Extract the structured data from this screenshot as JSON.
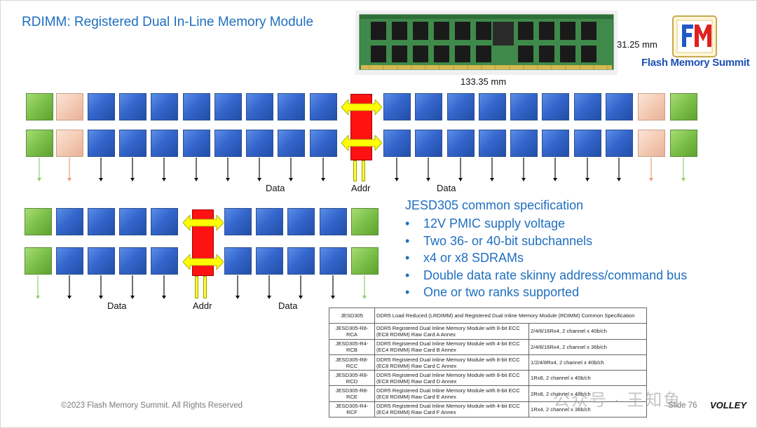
{
  "slide": {
    "title": "RDIMM: Registered Dual In-Line Memory Module",
    "dimm_height": "31.25 mm",
    "dimm_width": "133.35 mm",
    "logo_text": "Flash Memory Summit"
  },
  "diagram_top": {
    "left_data_label": "Data",
    "addr_label": "Addr",
    "right_data_label": "Data"
  },
  "diagram_bottom": {
    "left_data_label": "Data",
    "addr_label": "Addr",
    "right_data_label": "Data"
  },
  "spec": {
    "heading": "JESD305 common specification",
    "bullets": [
      "12V PMIC supply voltage",
      "Two 36- or 40-bit subchannels",
      "x4 or x8 SDRAMs",
      "Double data rate skinny address/command bus",
      "One or two ranks supported"
    ]
  },
  "table": {
    "rows": [
      {
        "id": "JESD305",
        "desc": "DDR5 Load Reduced (LRDIMM) and Registered Dual Inline Memory Module (RDIMM) Common Specification",
        "config": ""
      },
      {
        "id": "JESD305-R8-RCA",
        "desc": "DDR5 Registered Dual Inline Memory Module with 8-bit ECC (EC8 RDIMM) Raw Card A Annex",
        "config": "2/4/8/16Rx4, 2 channel x 40b/ch"
      },
      {
        "id": "JESD305-R4-RCB",
        "desc": "DDR5 Registered Dual Inline Memory Module with 4-bit ECC (EC4 RDIMM) Raw Card B Annex",
        "config": "2/4/8/16Rx4, 2 channel x 36b/ch"
      },
      {
        "id": "JESD305-R8-RCC",
        "desc": "DDR5 Registered Dual Inline Memory Module with 8-bit ECC (EC8 RDIMM) Raw Card C Annex",
        "config": "1/2/4/8Rx4, 2 channel x 40b/ch"
      },
      {
        "id": "JESD305-R8-RCD",
        "desc": "DDR5 Registered Dual Inline Memory Module with 8-bit ECC (EC8 RDIMM) Raw Card D Annex",
        "config": "1Rx8, 2 channel x 40b/ch"
      },
      {
        "id": "JESD305-R8-RCE",
        "desc": "DDR5 Registered Dual Inline Memory Module with 8-bit ECC (EC8 RDIMM) Raw Card E Annex",
        "config": "2Rx8, 2 channel x 40b/ch"
      },
      {
        "id": "JESD305-R4-RCF",
        "desc": "DDR5 Registered Dual Inline Memory Module with 4-bit ECC (EC4 RDIMM) Raw Card F Annex",
        "config": "1Rx4, 2 channel x 36b/ch"
      }
    ]
  },
  "footer": {
    "copyright": "©2023 Flash Memory Summit. All Rights Reserved",
    "watermark": "公众号 · 王知鱼",
    "slide_number": "Slide 76",
    "brand": "VOLLEY"
  },
  "colors": {
    "accent_blue": "#1f6fc0",
    "chip_blue": "#3566cc",
    "chip_green": "#7cc04a",
    "chip_peach": "#f2c6ae",
    "register_red": "#ff1212",
    "connector_yellow": "#ffff33"
  }
}
